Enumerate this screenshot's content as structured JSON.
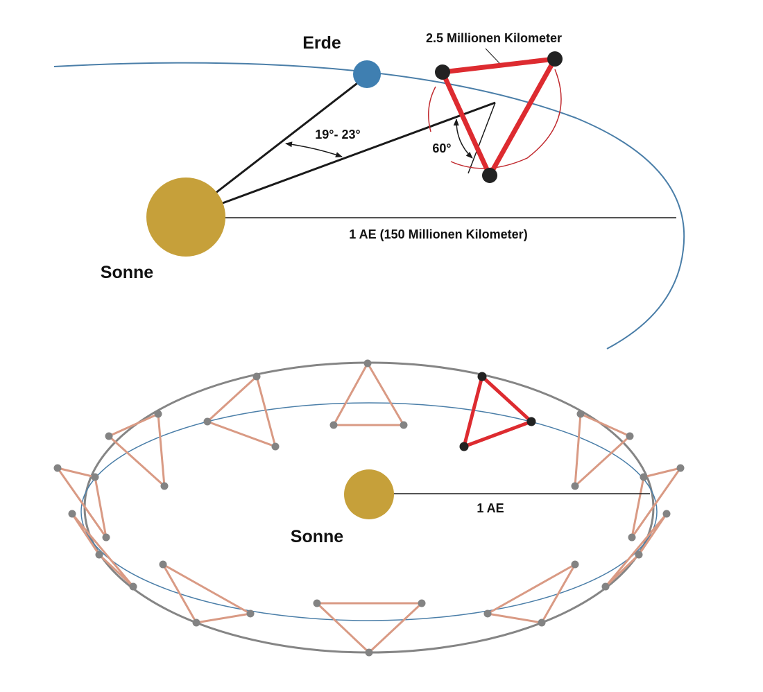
{
  "top": {
    "earth_label": "Erde",
    "sun_label": "Sonne",
    "distance_label": "2.5 Millionen Kilometer",
    "trail_angle_label": "19°- 23°",
    "tilt_angle_label": "60°",
    "au_label": "1 AE (150 Millionen Kilometer)"
  },
  "bottom": {
    "sun_label": "Sonne",
    "au_label": "1 AE"
  },
  "colors": {
    "sun": "#c6a03a",
    "earth": "#3f7fb1",
    "earth_orbit": "#4a7ea8",
    "formation_arm": "#dd2b30",
    "spacecraft": "#222222",
    "outer_orbit": "#858585",
    "ghost_arm": "#d99a84",
    "ghost_node": "#838383",
    "line": "#1a1a1a"
  }
}
